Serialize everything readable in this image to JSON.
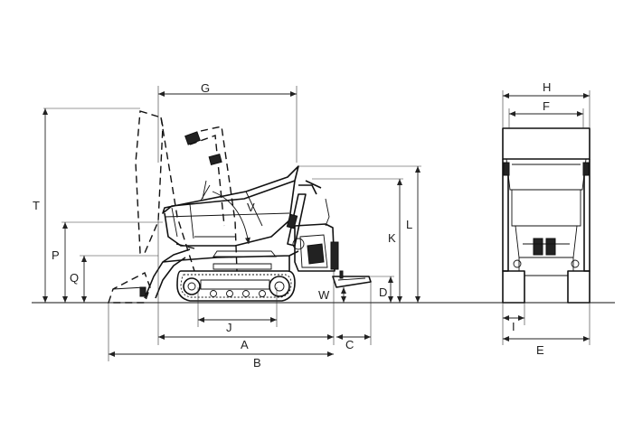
{
  "labels": {
    "A": "A",
    "B": "B",
    "C": "C",
    "D": "D",
    "E": "E",
    "F": "F",
    "G": "G",
    "H": "H",
    "I": "I",
    "J": "J",
    "K": "K",
    "L": "L",
    "P": "P",
    "Q": "Q",
    "T": "T",
    "V": "V",
    "W": "W"
  }
}
